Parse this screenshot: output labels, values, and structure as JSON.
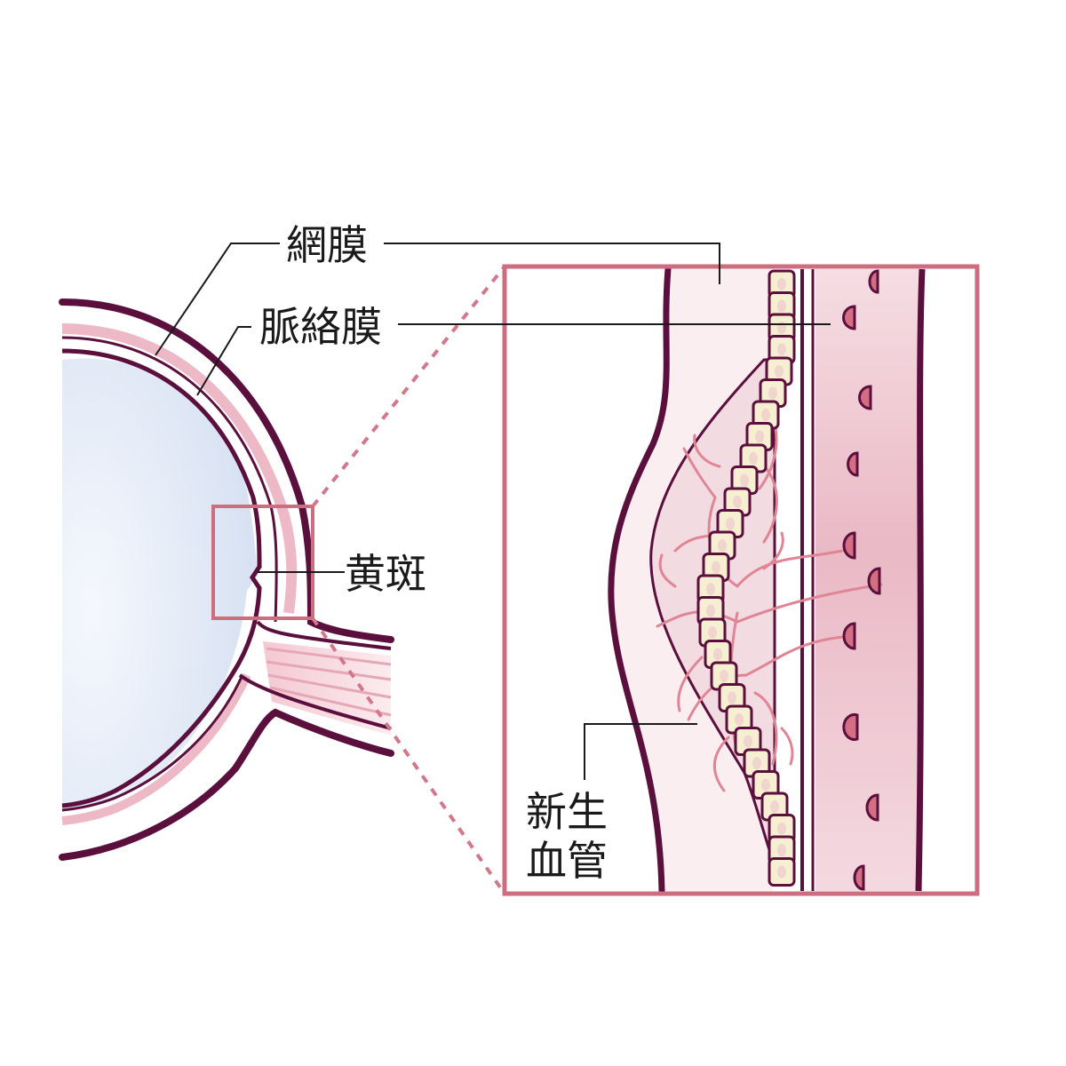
{
  "labels": {
    "retina": "網膜",
    "choroid": "脈絡膜",
    "macula": "黄斑",
    "neovessel_line1": "新生",
    "neovessel_line2": "血管"
  },
  "colors": {
    "outline": "#5a0f3c",
    "accent": "#cc6e80",
    "pink_fill": "#f0ccd6",
    "cell_fill": "#f7efd2",
    "eye_fill": "#dde6f5",
    "leader": "#1a1a1a"
  }
}
